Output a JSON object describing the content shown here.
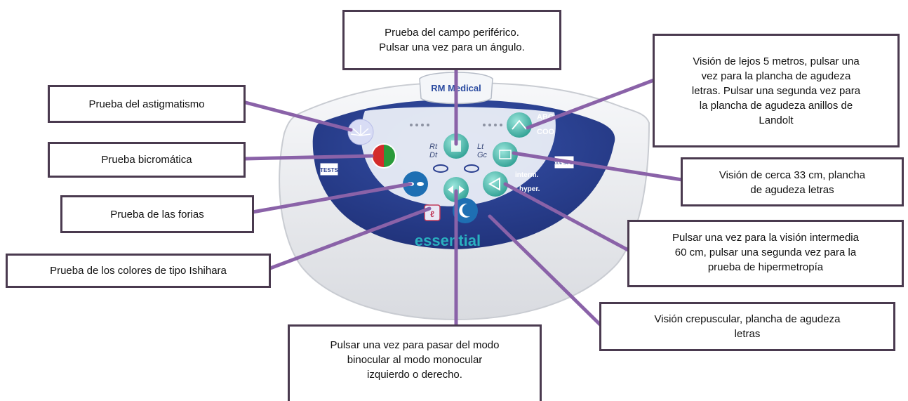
{
  "device": {
    "brand_logo_text": "RM Medical",
    "model_label": "essential",
    "tests_label": "TESTS",
    "abc_label": "ABC",
    "landolt_label": "COO",
    "interm_label": "interm.",
    "hyper_label": "hyper.",
    "right_eye_label": "Rt",
    "right_eye_label_alt": "Dt",
    "left_eye_label": "Lt",
    "left_eye_label_alt": "Gc",
    "right_side_tag": "MODE SAFETY"
  },
  "callouts": {
    "peripheral_field": [
      "Prueba del campo periférico.",
      "Pulsar una vez para un ángulo."
    ],
    "astigmatism": [
      "Prueba del astigmatismo"
    ],
    "bichrome": [
      "Prueba bicromática"
    ],
    "phoria": [
      "Prueba de las forias"
    ],
    "ishihara": [
      "Prueba de los colores de tipo Ishihara"
    ],
    "far_vision": [
      "Visión de lejos 5 metros, pulsar una",
      "vez para la plancha de agudeza",
      "letras. Pulsar una segunda vez para",
      "la plancha de agudeza anillos de",
      "Landolt"
    ],
    "near_vision": [
      "Visión de cerca 33 cm, plancha",
      "de agudeza letras"
    ],
    "intermediate": [
      "Pulsar una vez para la visión intermedia",
      "60 cm, pulsar una segunda vez para la",
      "prueba de hipermetropía"
    ],
    "twilight": [
      "Visión crepuscular, plancha de agudeza",
      "letras"
    ],
    "binocular_mode": [
      "Pulsar una vez para pasar del modo",
      "binocular al modo monocular",
      "izquierdo o derecho."
    ]
  },
  "colors": {
    "callout_border": "#4a3a4f",
    "leader_line": "#8a62a8",
    "panel_blue": "#2a3f8f",
    "button_teal": "#3fb4a5",
    "device_body": "#ecedef"
  }
}
